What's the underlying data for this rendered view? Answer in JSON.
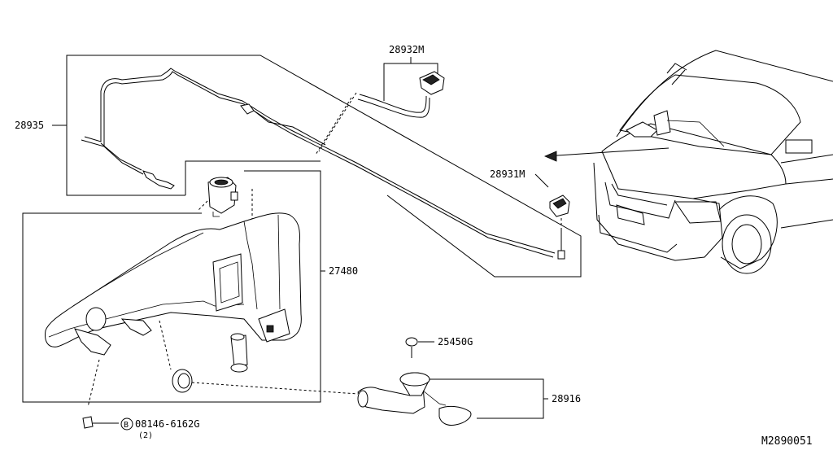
{
  "callouts": {
    "p28935": "28935",
    "p28932m": "28932M",
    "p28931m": "28931M",
    "p27480": "27480",
    "p25450g": "25450G",
    "p28916": "28916",
    "bolt_circle": "B",
    "bolt_number": "08146-6162G",
    "bolt_qty": "(2)"
  },
  "diagram_id": "M2890051"
}
